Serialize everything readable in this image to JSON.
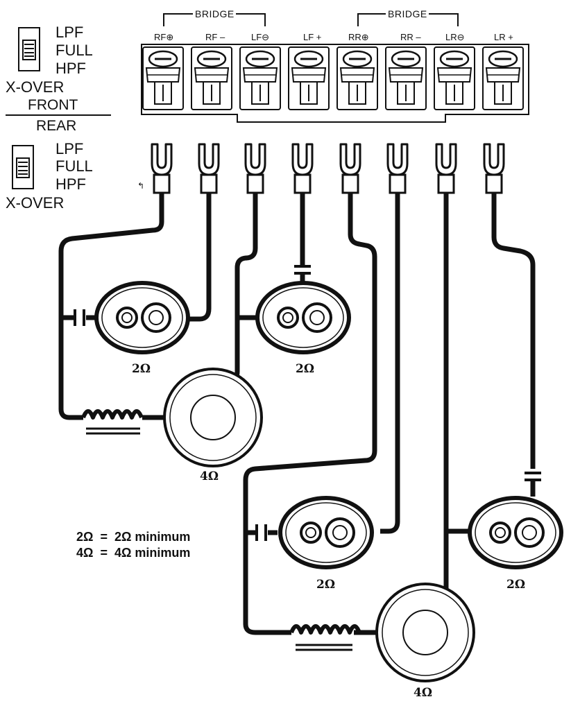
{
  "crossover": {
    "front": {
      "options": [
        "LPF",
        "FULL",
        "HPF"
      ],
      "title": "X-OVER",
      "section": "FRONT"
    },
    "rear": {
      "options": [
        "LPF",
        "FULL",
        "HPF"
      ],
      "title": "X-OVER",
      "section": "REAR"
    }
  },
  "bridges": [
    {
      "label": "BRIDGE"
    },
    {
      "label": "BRIDGE"
    }
  ],
  "terminals": [
    {
      "label": "RF⊕"
    },
    {
      "label": "RF –"
    },
    {
      "label": "LF⊖"
    },
    {
      "label": "LF +"
    },
    {
      "label": "RR⊕"
    },
    {
      "label": "RR –"
    },
    {
      "label": "LR⊖"
    },
    {
      "label": "LR +"
    }
  ],
  "speakers": {
    "front_right_tweeter": "2Ω",
    "front_left_tweeter": "2Ω",
    "front_woofer": "4Ω",
    "rear_right_tweeter": "2Ω",
    "rear_left_tweeter": "2Ω",
    "rear_woofer": "4Ω"
  },
  "legend": [
    "2Ω  =  2Ω minimum",
    "4Ω  =  4Ω minimum"
  ],
  "colors": {
    "ink": "#111111",
    "paper": "#ffffff"
  }
}
